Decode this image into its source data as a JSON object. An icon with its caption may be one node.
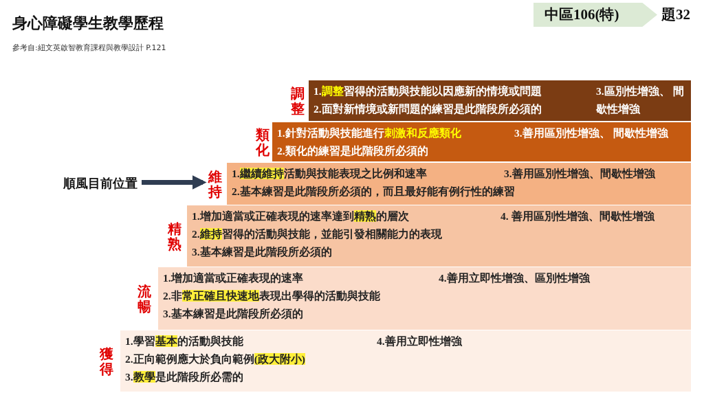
{
  "diagram": {
    "title": "身心障礙學生教學歷程",
    "nodes": [
      {
        "text": [
          "中區106(特)"
        ]
      },
      {
        "text": [
          "調整",
          "1.**調整**習得的活動與技能以因應新的情境或問題",
          "2.面對新情境或新問題的練習是此階段所必須的",
          "3.區別性增強、 間歇性增強"
        ]
      },
      {
        "text": [
          "類化",
          "1.針對活動與技能進行**刺激和反應類化**",
          "2.類化的練習是此階段所必須的",
          "3.善用區別性增強、 間歇性增強"
        ]
      },
      {
        "text": [
          "維持",
          "1.**繼續維持**活動與技能表現之比例和速率",
          "2.基本練習是此階段所必須的，而且最好能有例行性的練習",
          "3.善用區別性增強、間歇性增強"
        ]
      },
      {
        "text": [
          "精熟",
          "1.增加適當或正確表現的速率達到**精熟**的層次",
          "2.**維持**習得的活動與技能，並能引發相關能力的表現",
          "3.基本練習是此階段所必須的",
          "4. 善用區別性增強、間歇性增強"
        ]
      },
      {
        "text": [
          "流暢",
          "1.增加適當或正確表現的速率",
          "2.非**常正確且快速地**表現出學得的活動與技能",
          "3.基本練習是此階段所必須的",
          "4.善用立即性增強、區別性增強"
        ]
      },
      {
        "text": [
          "獲得",
          "1.學習**基本**的活動與技能",
          "2.正向範例應大於負向範例**(政大附小)**",
          "3.**教學**是此階段所必需的",
          "4.善用立即性增強"
        ]
      },
      {
        "text": [
          "順風目前位置"
        ]
      }
    ],
    "edges": [
      {
        "from": 7,
        "to": 3,
        "arrow": "to"
      }
    ],
    "labels": [
      "參考自:紐文英啟智教育課程與教學設計 P.121",
      "題32"
    ]
  }
}
